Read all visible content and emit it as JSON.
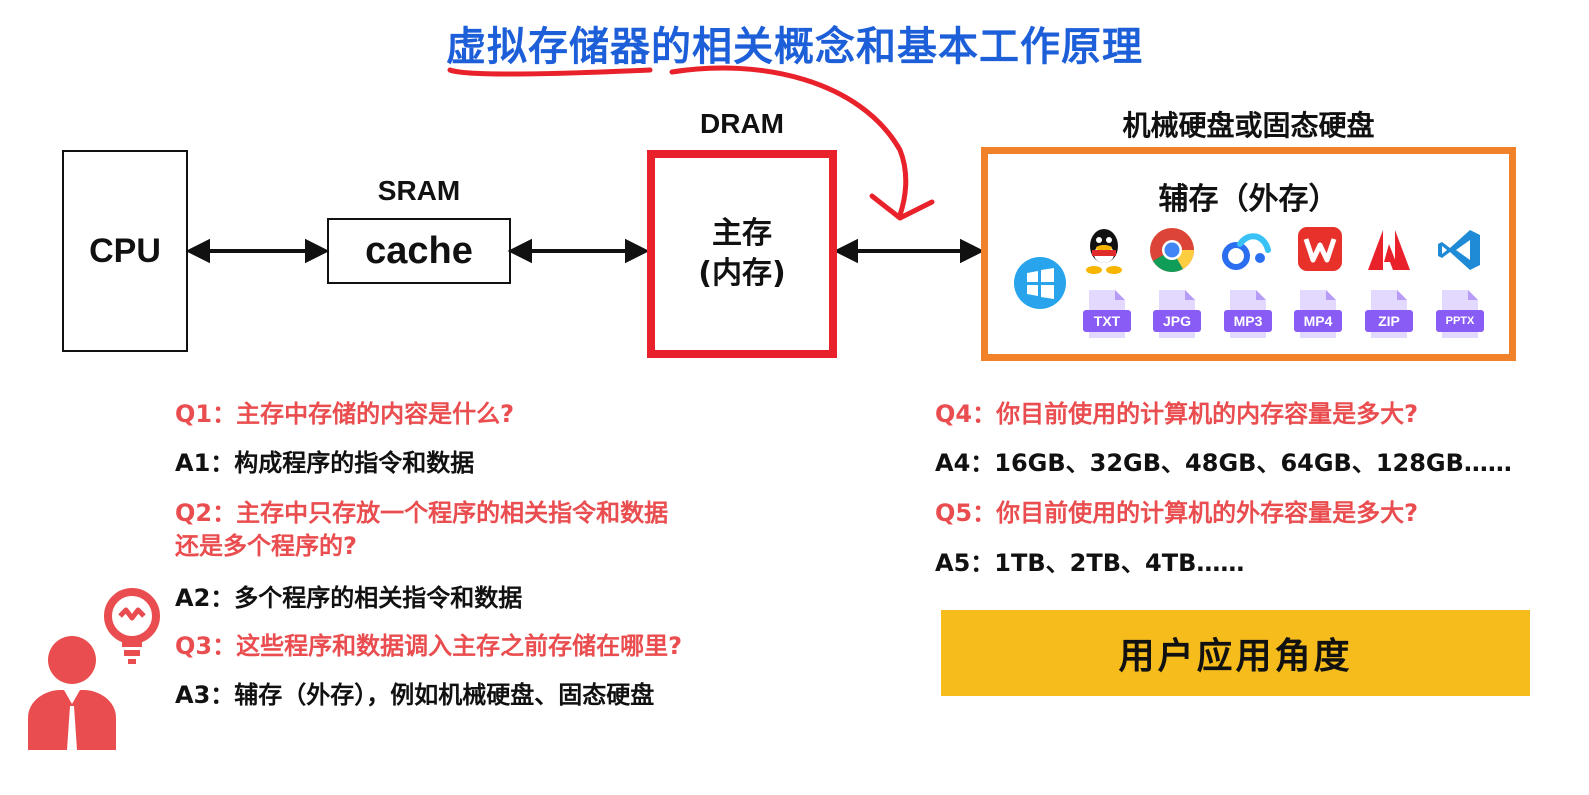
{
  "title": "虚拟存储器的相关概念和基本工作原理",
  "diagram": {
    "cpu": "CPU",
    "sram_label": "SRAM",
    "cache": "cache",
    "dram_label": "DRAM",
    "main_memory_line1": "主存",
    "main_memory_line2": "(内存)",
    "disk_label": "机械硬盘或固态硬盘",
    "aux_memory": "辅存（外存）",
    "file_types": [
      "TXT",
      "JPG",
      "MP3",
      "MP4",
      "ZIP",
      "PPTX"
    ],
    "app_icons": [
      "windows-icon",
      "qq-icon",
      "chrome-icon",
      "baidu-netdisk-icon",
      "wps-icon",
      "adobe-icon",
      "vscode-icon"
    ]
  },
  "qa_left": {
    "q1": "Q1：主存中存储的内容是什么?",
    "a1": "A1：构成程序的指令和数据",
    "q2_line1": "Q2：主存中只存放一个程序的相关指令和数据",
    "q2_line2": "还是多个程序的?",
    "a2": "A2：多个程序的相关指令和数据",
    "q3": "Q3：这些程序和数据调入主存之前存储在哪里?",
    "a3": "A3：辅存（外存），例如机械硬盘、固态硬盘"
  },
  "qa_right": {
    "q4": "Q4：你目前使用的计算机的内存容量是多大?",
    "a4": "A4：16GB、32GB、48GB、64GB、128GB……",
    "q5": "Q5：你目前使用的计算机的外存容量是多大?",
    "a5": "A5：1TB、2TB、4TB……"
  },
  "banner": "用户应用角度",
  "colors": {
    "title": "#1c5fd8",
    "question": "#ea4d4f",
    "main_box_border": "#e8212a",
    "aux_box_border": "#f28229",
    "banner_bg": "#f5bc1c"
  }
}
